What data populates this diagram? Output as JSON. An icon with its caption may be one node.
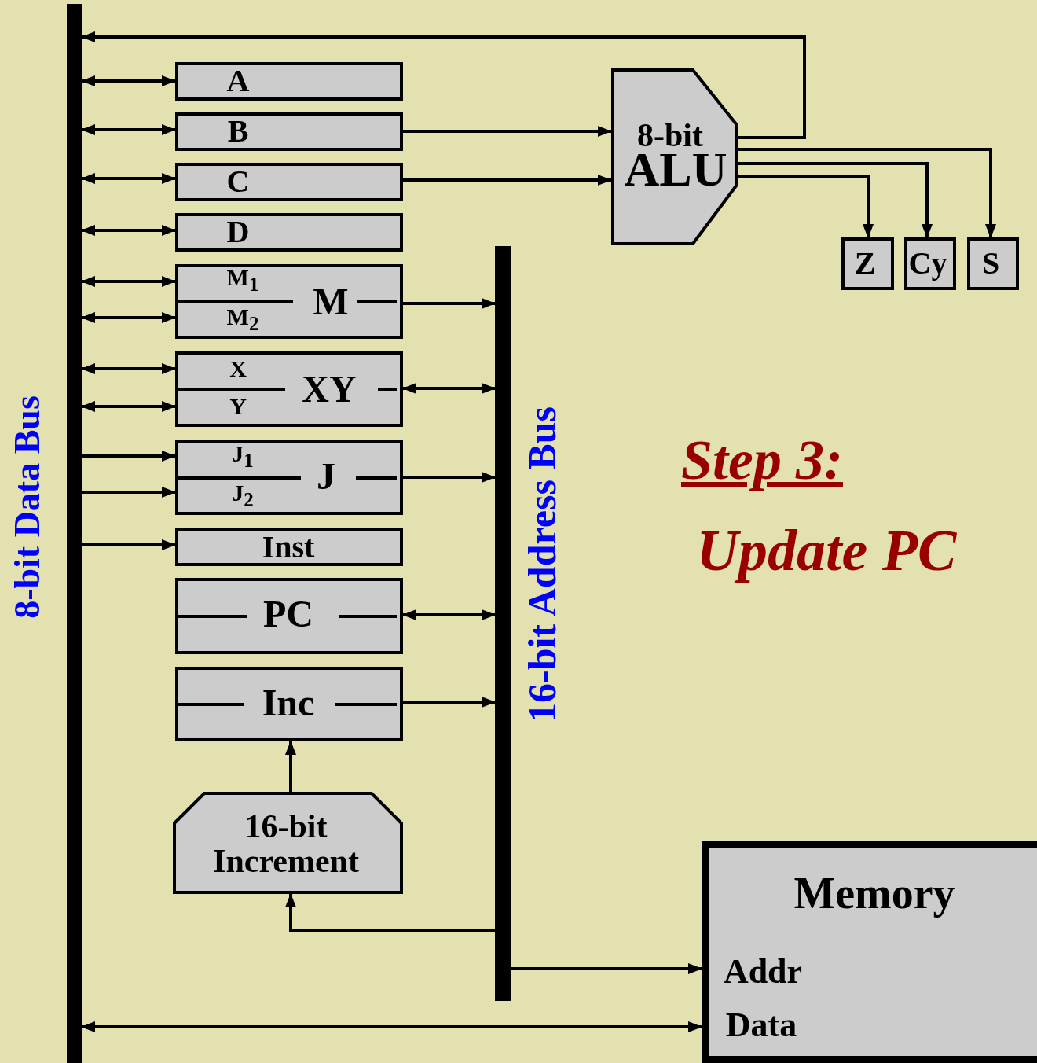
{
  "diagram": {
    "nodes": [
      {
        "text": [],
        "shape": "bar",
        "beside": [
          "8-bit Data Bus"
        ]
      },
      {
        "text": [
          "A"
        ]
      },
      {
        "text": [
          "B"
        ]
      },
      {
        "text": [
          "C"
        ]
      },
      {
        "text": [
          "D"
        ]
      },
      {
        "text": [
          "M$_{1}$",
          "M",
          "M$_{2}$"
        ]
      },
      {
        "text": [
          "X",
          "XY",
          "Y"
        ]
      },
      {
        "text": [
          "J$_{1}$",
          "J",
          "J$_{2}$"
        ]
      },
      {
        "text": [
          "Inst"
        ]
      },
      {
        "text": [
          "PC"
        ]
      },
      {
        "text": [
          "Inc"
        ]
      },
      {
        "text": [
          "16-bit Increment"
        ]
      },
      {
        "text": [],
        "shape": "bar",
        "beside": [
          "16-bit Address Bus"
        ]
      },
      {
        "text": [
          "8-bit",
          "ALU"
        ]
      },
      {
        "text": [
          "Z"
        ]
      },
      {
        "text": [
          "Cy"
        ]
      },
      {
        "text": [
          "S"
        ]
      },
      {
        "text": [
          "Memory",
          "Addr",
          "Data"
        ]
      }
    ],
    "edges": [
      {
        "from": 0,
        "to": 1,
        "arrow": "both"
      },
      {
        "from": 0,
        "to": 2,
        "arrow": "both"
      },
      {
        "from": 0,
        "to": 3,
        "arrow": "both"
      },
      {
        "from": 0,
        "to": 4,
        "arrow": "both"
      },
      {
        "from": 0,
        "to": 5,
        "arrow": "both"
      },
      {
        "from": 0,
        "to": 5,
        "arrow": "both"
      },
      {
        "from": 0,
        "to": 6,
        "arrow": "both"
      },
      {
        "from": 0,
        "to": 6,
        "arrow": "both"
      },
      {
        "from": 0,
        "to": 7,
        "arrow": "to"
      },
      {
        "from": 0,
        "to": 7,
        "arrow": "to"
      },
      {
        "from": 0,
        "to": 8,
        "arrow": "to"
      },
      {
        "from": 5,
        "to": 12,
        "arrow": "to"
      },
      {
        "from": 6,
        "to": 12,
        "arrow": "both"
      },
      {
        "from": 7,
        "to": 12,
        "arrow": "to"
      },
      {
        "from": 9,
        "to": 12,
        "arrow": "both"
      },
      {
        "from": 10,
        "to": 12,
        "arrow": "to"
      },
      {
        "from": 11,
        "to": 10,
        "arrow": "to"
      },
      {
        "from": 12,
        "to": 11,
        "arrow": "to"
      },
      {
        "from": 12,
        "to": 17,
        "arrow": "to"
      },
      {
        "from": 0,
        "to": 17,
        "arrow": "both"
      },
      {
        "from": 2,
        "to": 13,
        "arrow": "to"
      },
      {
        "from": 3,
        "to": 13,
        "arrow": "to"
      },
      {
        "from": 13,
        "to": 0,
        "arrow": "to"
      },
      {
        "from": 13,
        "to": 14,
        "arrow": "to"
      },
      {
        "from": 13,
        "to": 15,
        "arrow": "to"
      },
      {
        "from": 13,
        "to": 16,
        "arrow": "to"
      }
    ],
    "labels": [
      "Step 3:",
      "Update PC"
    ]
  }
}
